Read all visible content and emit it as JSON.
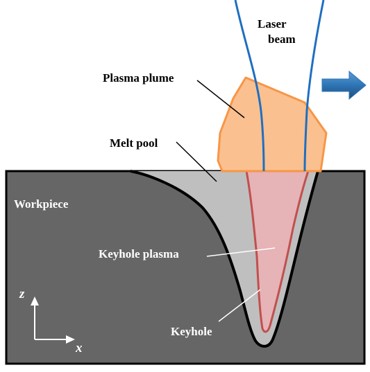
{
  "labels": {
    "laser_beam_line1": "Laser",
    "laser_beam_line2": "beam",
    "plasma_plume": "Plasma plume",
    "melt_pool": "Melt pool",
    "workpiece": "Workpiece",
    "keyhole_plasma": "Keyhole plasma",
    "keyhole": "Keyhole",
    "axis_z": "z",
    "axis_x": "x"
  },
  "colors": {
    "workpiece_fill": "#666666",
    "workpiece_border": "#000000",
    "melt_pool_fill": "#bfbfbf",
    "keyhole_fill": "#e6b3b7",
    "keyhole_wall": "#c0504d",
    "plasma_plume_fill": "#fac090",
    "plasma_plume_border": "#f79646",
    "laser_beam": "#1f6fc0",
    "direction_arrow": "#2e75b6",
    "axes": "#ffffff"
  }
}
